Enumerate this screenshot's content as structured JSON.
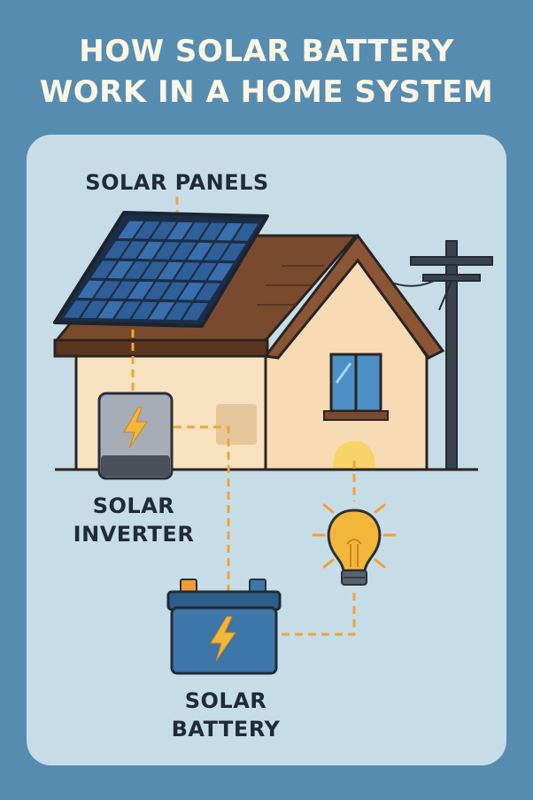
{
  "title": {
    "line1": "HOW SOLAR BATTERY",
    "line2": "WORK IN A HOME SYSTEM"
  },
  "labels": {
    "solar_panels": "SOLAR PANELS",
    "inverter_line1": "SOLAR",
    "inverter_line2": "INVERTER",
    "battery_line1": "SOLAR",
    "battery_line2": "BATTERY"
  },
  "icons": [
    "solar-panel-icon",
    "house-icon",
    "inverter-icon",
    "battery-icon",
    "light-bulb-icon",
    "utility-pole-icon",
    "lightning-bolt-icon"
  ],
  "colors": {
    "background": "#568caf",
    "card": "#c6dde8",
    "wall": "#f9e2c0",
    "roof": "#7a4a2e",
    "panel": "#2f5f98",
    "wire": "#eda43b",
    "battery": "#3d76a8",
    "bulb": "#f4b63a"
  }
}
